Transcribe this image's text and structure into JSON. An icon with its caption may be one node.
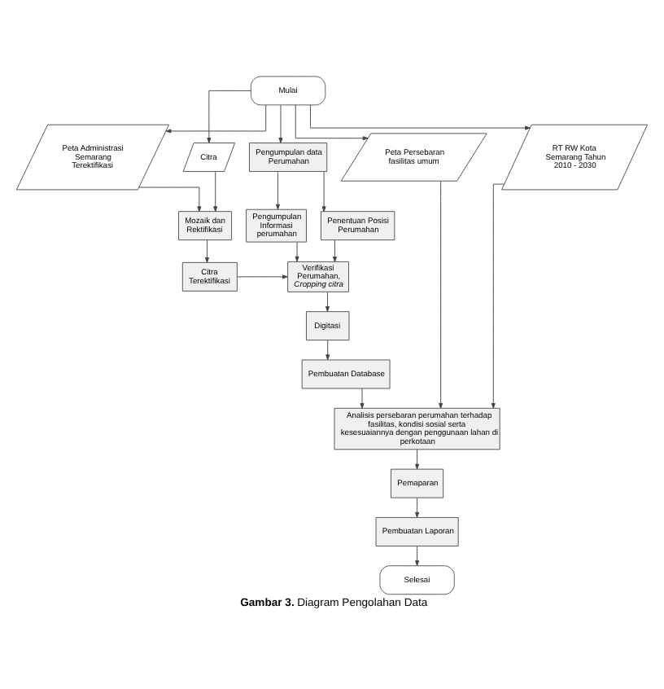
{
  "diagram": {
    "caption": "**Gambar 3.** Diagram Pengolahan Data",
    "nodes": [
      {
        "text": [
          "Mulai"
        ]
      },
      {
        "text": [
          "Peta Administrasi Semarang Terektifikasi"
        ]
      },
      {
        "text": [
          "Citra"
        ]
      },
      {
        "text": [
          "Pengumpulan data Perumahan"
        ]
      },
      {
        "text": [
          "Peta Persebaran fasilitas umum"
        ]
      },
      {
        "text": [
          "RT RW Kota Semarang Tahun 2010 - 2030"
        ]
      },
      {
        "text": [
          "Mozaik dan Rektifikasi"
        ]
      },
      {
        "text": [
          "Pengumpulan Informasi perumahan"
        ]
      },
      {
        "text": [
          "Penentuan Posisi Perumahan"
        ]
      },
      {
        "text": [
          "Citra Terektifikasi"
        ]
      },
      {
        "text": [
          "Verifikasi Perumahan, *Cropping citra*"
        ]
      },
      {
        "text": [
          "Digitasi"
        ]
      },
      {
        "text": [
          "Pembuatan Database"
        ]
      },
      {
        "text": [
          "Analisis persebaran perumahan terhadap fasilitas, kondisi sosial serta kesesuaiannya dengan penggunaan lahan di perkotaan"
        ]
      },
      {
        "text": [
          "Pemaparan"
        ]
      },
      {
        "text": [
          "Pembuatan Laporan"
        ]
      },
      {
        "text": [
          "Selesai"
        ]
      }
    ],
    "edges": [
      {
        "from": 0,
        "to": 1,
        "arrow": "to"
      },
      {
        "from": 0,
        "to": 2,
        "arrow": "to"
      },
      {
        "from": 0,
        "to": 3,
        "arrow": "to"
      },
      {
        "from": 0,
        "to": 4,
        "arrow": "to"
      },
      {
        "from": 0,
        "to": 5,
        "arrow": "to"
      },
      {
        "from": 1,
        "to": 6,
        "arrow": "to"
      },
      {
        "from": 2,
        "to": 6,
        "arrow": "to"
      },
      {
        "from": 3,
        "to": 7,
        "arrow": "to"
      },
      {
        "from": 3,
        "to": 8,
        "arrow": "to"
      },
      {
        "from": 6,
        "to": 9,
        "arrow": "to"
      },
      {
        "from": 7,
        "to": 10,
        "arrow": "to"
      },
      {
        "from": 8,
        "to": 10,
        "arrow": "to"
      },
      {
        "from": 9,
        "to": 10,
        "arrow": "to"
      },
      {
        "from": 10,
        "to": 11,
        "arrow": "to"
      },
      {
        "from": 11,
        "to": 12,
        "arrow": "to"
      },
      {
        "from": 12,
        "to": 13,
        "arrow": "to"
      },
      {
        "from": 4,
        "to": 13,
        "arrow": "to"
      },
      {
        "from": 5,
        "to": 13,
        "arrow": "to"
      },
      {
        "from": 13,
        "to": 14,
        "arrow": "to"
      },
      {
        "from": 14,
        "to": 15,
        "arrow": "to"
      },
      {
        "from": 15,
        "to": 16,
        "arrow": "to"
      }
    ]
  }
}
